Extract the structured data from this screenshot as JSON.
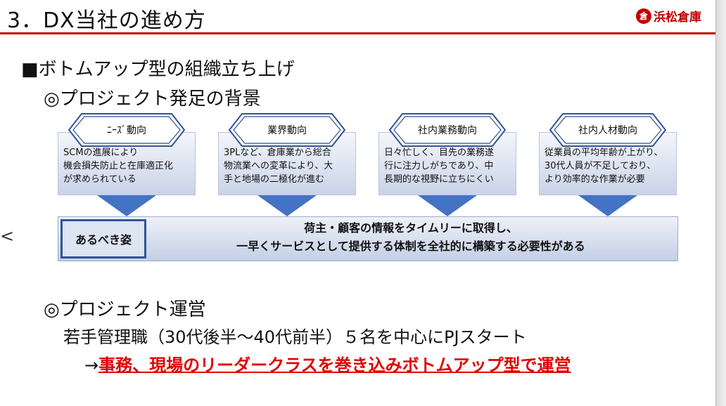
{
  "slide_title": "3．DX当社の進め方",
  "logo": {
    "mark": "倉",
    "text": "浜松倉庫"
  },
  "heading1": "■ボトムアップ型の組織立ち上げ",
  "heading2": "◎プロジェクト発足の背景",
  "cards": [
    {
      "label": "ﾆｰｽﾞ動向",
      "lines": [
        "SCMの進展により",
        "機会損失防止と在庫適正化",
        "が求められている"
      ]
    },
    {
      "label": "業界動向",
      "lines": [
        "3PLなど、倉庫業から総合",
        "物流業への変革により、大",
        "手と地場の二極化が進む"
      ]
    },
    {
      "label": "社内業務動向",
      "lines": [
        "日々忙しく、目先の業務遂",
        "行に注力しがちであり、中",
        "長期的な視野に立ちにくい"
      ]
    },
    {
      "label": "社内人材動向",
      "lines": [
        "従業員の平均年齢が上がり、",
        "30代人員が不足しており、",
        "より効率的な作業が必要"
      ]
    }
  ],
  "ideal": {
    "label": "あるべき姿",
    "line1": "荷主・顧客の情報をタイムリーに取得し、",
    "line2": "一早くサービスとして提供する体制を全社的に構築する必要性がある"
  },
  "heading3": "◎プロジェクト運営",
  "body_line": "若手管理職（30代後半～40代前半）５名を中心にPJスタート",
  "arrow_prefix": "→",
  "emphasis": "事務、現場のリーダークラスを巻き込みボトムアップ型で運営",
  "colors": {
    "accent_red": "#e00000",
    "brand_red": "#c00000",
    "arrow_blue": "#4472c4",
    "label_border": "#2f5597"
  },
  "left_nav": "<"
}
